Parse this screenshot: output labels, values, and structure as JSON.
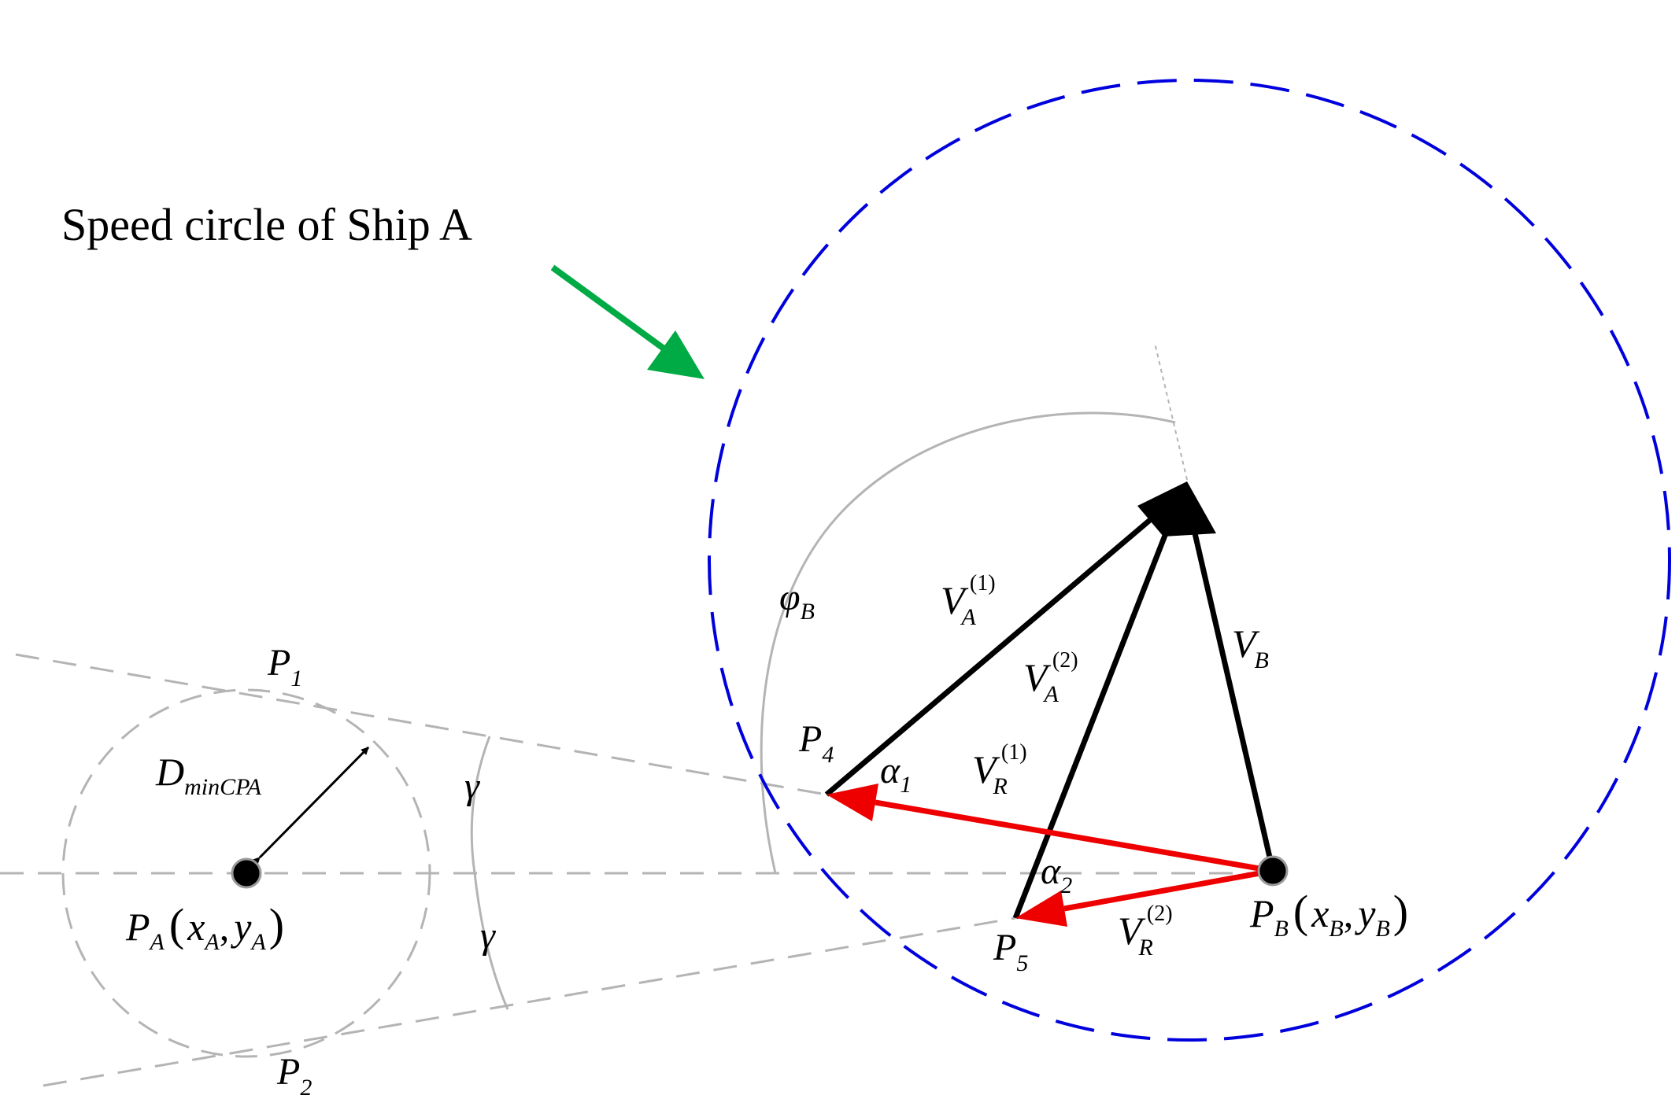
{
  "caption": "Speed circle of Ship A",
  "colors": {
    "speed_circle": "#0000dd",
    "caption_arrow": "#00aa44",
    "relative_velocity": "#ee0000",
    "velocity": "#000000",
    "construction": "#b4b4b4"
  },
  "points": {
    "P1": {
      "base": "P",
      "sub": "1"
    },
    "P2": {
      "base": "P",
      "sub": "2"
    },
    "P4": {
      "base": "P",
      "sub": "4"
    },
    "P5": {
      "base": "P",
      "sub": "5"
    },
    "PA": {
      "base": "P",
      "sub": "A",
      "open": "(",
      "x": "x",
      "xsub": "A",
      "sep": ",",
      "y": "y",
      "ysub": "A",
      "close": ")"
    },
    "PB": {
      "base": "P",
      "sub": "B",
      "open": "(",
      "x": "x",
      "xsub": "B",
      "sep": ",",
      "y": "y",
      "ysub": "B",
      "close": ")"
    }
  },
  "vectors": {
    "VA1": {
      "base": "V",
      "sub": "A",
      "sup": "(1)"
    },
    "VA2": {
      "base": "V",
      "sub": "A",
      "sup": "(2)"
    },
    "VB": {
      "base": "V",
      "sub": "B"
    },
    "VR1": {
      "base": "V",
      "sub": "R",
      "sup": "(1)"
    },
    "VR2": {
      "base": "V",
      "sub": "R",
      "sup": "(2)"
    }
  },
  "angles": {
    "phiB": {
      "base": "φ",
      "sub": "B"
    },
    "alpha1": {
      "base": "α",
      "sub": "1"
    },
    "alpha2": {
      "base": "α",
      "sub": "2"
    },
    "gamma_upper": "γ",
    "gamma_lower": "γ"
  },
  "distance": {
    "base": "D",
    "sub": "minCPA"
  }
}
